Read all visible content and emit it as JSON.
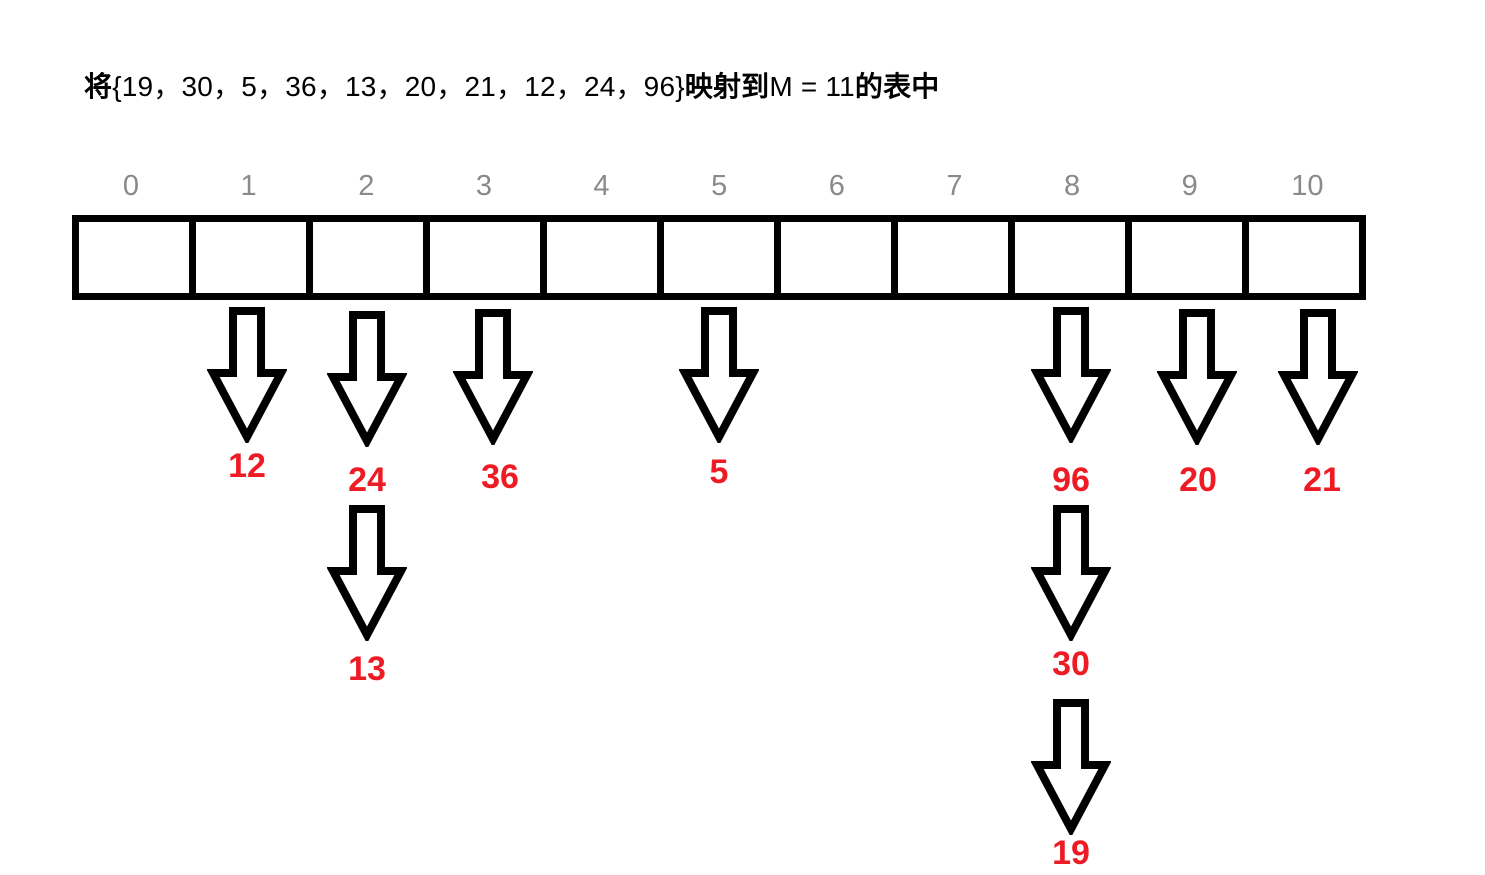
{
  "title": {
    "prefix_cjk": "将",
    "set_text": "{19，30，5，36，13，20，21，12，24，96}",
    "middle_cjk": "映射到",
    "m_text": "M = 11",
    "suffix_cjk": "的表中",
    "full": "将{19，30，5，36，13，20，21，12，24，96}映射到M = 11的表中"
  },
  "colors": {
    "index_label": "#8a8a8a",
    "table_border": "#000000",
    "value_label": "#ee1b24",
    "arrow_stroke": "#000000",
    "arrow_fill": "#ffffff",
    "background": "#ffffff"
  },
  "table": {
    "modulus": "11",
    "indices": [
      "0",
      "1",
      "2",
      "3",
      "4",
      "5",
      "6",
      "7",
      "8",
      "9",
      "10"
    ],
    "cells": [
      "",
      "",
      "",
      "",
      "",
      "",
      "",
      "",
      "",
      "",
      ""
    ]
  },
  "chains": [
    {
      "slot": "1",
      "values": [
        "12"
      ]
    },
    {
      "slot": "2",
      "values": [
        "24",
        "13"
      ]
    },
    {
      "slot": "3",
      "values": [
        "36"
      ]
    },
    {
      "slot": "5",
      "values": [
        "5"
      ]
    },
    {
      "slot": "8",
      "values": [
        "96",
        "30",
        "19"
      ]
    },
    {
      "slot": "9",
      "values": [
        "20"
      ]
    },
    {
      "slot": "10",
      "values": [
        "21"
      ]
    }
  ],
  "arrows": [
    {
      "id": "arrow-slot-1-level-1",
      "slot": "1",
      "level": "1",
      "label": "12"
    },
    {
      "id": "arrow-slot-2-level-1",
      "slot": "2",
      "level": "1",
      "label": "24"
    },
    {
      "id": "arrow-slot-2-level-2",
      "slot": "2",
      "level": "2",
      "label": "13"
    },
    {
      "id": "arrow-slot-3-level-1",
      "slot": "3",
      "level": "1",
      "label": "36"
    },
    {
      "id": "arrow-slot-5-level-1",
      "slot": "5",
      "level": "1",
      "label": "5"
    },
    {
      "id": "arrow-slot-8-level-1",
      "slot": "8",
      "level": "1",
      "label": "96"
    },
    {
      "id": "arrow-slot-8-level-2",
      "slot": "8",
      "level": "2",
      "label": "30"
    },
    {
      "id": "arrow-slot-8-level-3",
      "slot": "8",
      "level": "3",
      "label": "19"
    },
    {
      "id": "arrow-slot-9-level-1",
      "slot": "9",
      "level": "1",
      "label": "20"
    },
    {
      "id": "arrow-slot-10-level-1",
      "slot": "10",
      "level": "1",
      "label": "21"
    }
  ],
  "labels": {
    "v12": "12",
    "v24": "24",
    "v13": "13",
    "v36": "36",
    "v5": "5",
    "v96": "96",
    "v30": "30",
    "v19": "19",
    "v20": "20",
    "v21": "21"
  },
  "indices": {
    "i0": "0",
    "i1": "1",
    "i2": "2",
    "i3": "3",
    "i4": "4",
    "i5": "5",
    "i6": "6",
    "i7": "7",
    "i8": "8",
    "i9": "9",
    "i10": "10"
  }
}
